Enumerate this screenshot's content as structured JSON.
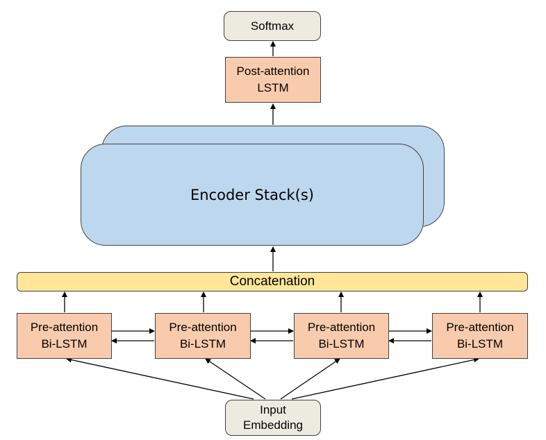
{
  "softmax": {
    "label": "Softmax"
  },
  "post_attention": {
    "line1": "Post-attention",
    "line2": "LSTM"
  },
  "encoder": {
    "label": "Encoder Stack(s)"
  },
  "concatenation": {
    "label": "Concatenation"
  },
  "pre_attention": [
    {
      "line1": "Pre-attention",
      "line2": "Bi-LSTM"
    },
    {
      "line1": "Pre-attention",
      "line2": "Bi-LSTM"
    },
    {
      "line1": "Pre-attention",
      "line2": "Bi-LSTM"
    },
    {
      "line1": "Pre-attention",
      "line2": "Bi-LSTM"
    }
  ],
  "input": {
    "line1": "Input",
    "line2": "Embedding"
  },
  "colors": {
    "lstm_fill": "#F8CBAD",
    "encoder_fill": "#BDD7EE",
    "concat_fill": "#FFE699",
    "io_fill": "#EDEBDF"
  }
}
